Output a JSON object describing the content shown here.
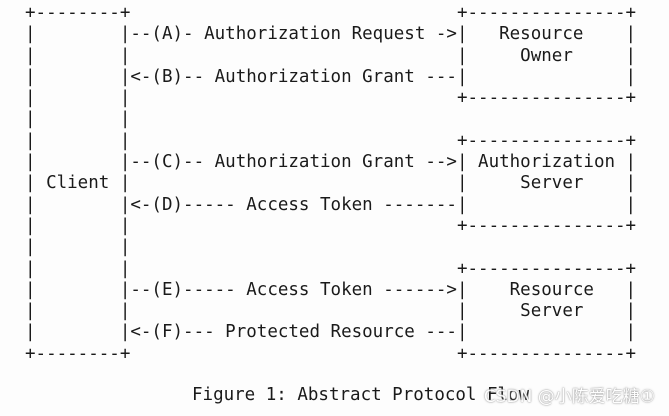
{
  "diagram": {
    "lines": [
      "+--------+                               +---------------+",
      "|        |--(A)- Authorization Request ->|   Resource    |",
      "|        |                               |     Owner     |",
      "|        |<-(B)-- Authorization Grant ---|               |",
      "|        |                               +---------------+",
      "|        |",
      "|        |                               +---------------+",
      "|        |--(C)-- Authorization Grant -->| Authorization |",
      "| Client |                               |     Server    |",
      "|        |<-(D)----- Access Token -------|               |",
      "|        |                               +---------------+",
      "|        |",
      "|        |                               +---------------+",
      "|        |--(E)----- Access Token ------>|    Resource   |",
      "|        |                               |     Server    |",
      "|        |<-(F)--- Protected Resource ---|               |",
      "+--------+                               +---------------+"
    ],
    "caption": "Figure 1: Abstract Protocol Flow"
  },
  "watermark": "CSDN @小陈爱吃糖①"
}
